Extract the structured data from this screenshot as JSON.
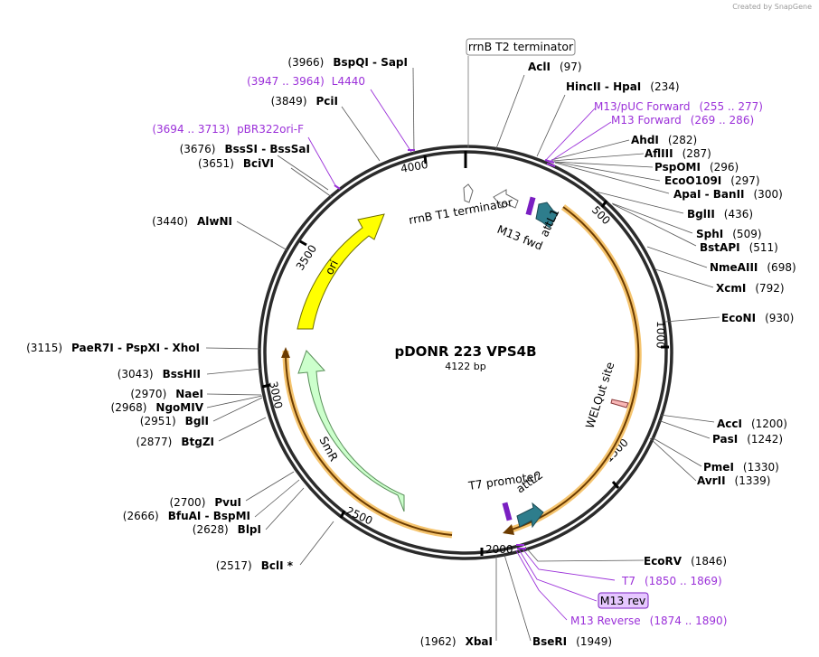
{
  "credit": "Created by SnapGene",
  "plasmid": {
    "name": "pDONR 223 VPS4B",
    "size_label": "4122 bp",
    "length": 4122
  },
  "sites_right": [
    {
      "name": "AclI",
      "pos": "(97)"
    },
    {
      "name": "HincII - HpaI",
      "pos": "(234)"
    },
    {
      "name": "AhdI",
      "pos": "(282)"
    },
    {
      "name": "AflIII",
      "pos": "(287)"
    },
    {
      "name": "PspOMI",
      "pos": "(296)"
    },
    {
      "name": "EcoO109I",
      "pos": "(297)"
    },
    {
      "name": "ApaI - BanII",
      "pos": "(300)"
    },
    {
      "name": "BglII",
      "pos": "(436)"
    },
    {
      "name": "SphI",
      "pos": "(509)"
    },
    {
      "name": "BstAPI",
      "pos": "(511)"
    },
    {
      "name": "NmeAIII",
      "pos": "(698)"
    },
    {
      "name": "XcmI",
      "pos": "(792)"
    },
    {
      "name": "EcoNI",
      "pos": "(930)"
    },
    {
      "name": "AccI",
      "pos": "(1200)"
    },
    {
      "name": "PasI",
      "pos": "(1242)"
    },
    {
      "name": "PmeI",
      "pos": "(1330)"
    },
    {
      "name": "AvrII",
      "pos": "(1339)"
    },
    {
      "name": "EcoRV",
      "pos": "(1846)"
    },
    {
      "name": "BseRI",
      "pos": "(1949)"
    }
  ],
  "sites_left": [
    {
      "name": "BspQI - SapI",
      "pos": "(3966)"
    },
    {
      "name": "PciI",
      "pos": "(3849)"
    },
    {
      "name": "BssSI - BssSaI",
      "pos": "(3676)"
    },
    {
      "name": "BciVI",
      "pos": "(3651)"
    },
    {
      "name": "AlwNI",
      "pos": "(3440)"
    },
    {
      "name": "PaeR7I - PspXI - XhoI",
      "pos": "(3115)"
    },
    {
      "name": "BssHII",
      "pos": "(3043)"
    },
    {
      "name": "NaeI",
      "pos": "(2970)"
    },
    {
      "name": "NgoMIV",
      "pos": "(2968)"
    },
    {
      "name": "BglI",
      "pos": "(2951)"
    },
    {
      "name": "BtgZI",
      "pos": "(2877)"
    },
    {
      "name": "PvuI",
      "pos": "(2700)"
    },
    {
      "name": "BfuAI - BspMI",
      "pos": "(2666)"
    },
    {
      "name": "BlpI",
      "pos": "(2628)"
    },
    {
      "name": "BclI *",
      "pos": "(2517)"
    },
    {
      "name": "XbaI",
      "pos": "(1962)"
    }
  ],
  "primers": [
    {
      "name": "L4440",
      "range": "(3947 .. 3964)"
    },
    {
      "name": "pBR322ori-F",
      "range": "(3694 .. 3713)"
    },
    {
      "name": "M13/pUC Forward",
      "range": "(255 .. 277)"
    },
    {
      "name": "M13 Forward",
      "range": "(269 .. 286)"
    },
    {
      "name": "T7",
      "range": "(1850 .. 1869)"
    },
    {
      "name": "M13 Reverse",
      "range": "(1874 .. 1890)"
    }
  ],
  "boxed_labels": {
    "rrnb_t2": "rrnB T2 terminator",
    "m13_rev": "M13 rev"
  },
  "features": {
    "rrnb_t1": "rrnB T1 terminator",
    "m13_fwd": "M13 fwd",
    "attl1": "attL1",
    "welqut": "WELQut site",
    "t7_promoter": "T7 promoter",
    "attl2": "attL2",
    "ori": "ori",
    "smr": "SmR"
  },
  "ticks": [
    "500",
    "1000",
    "1500",
    "2000",
    "2500",
    "3000",
    "3500",
    "4000"
  ],
  "colors": {
    "ori": "#ffff00",
    "smr": "#ccffcc",
    "orf": "#f2a93b",
    "att": "#2e7d8c",
    "primer": "#9b30d9",
    "backbone": "#2b2b2b"
  }
}
